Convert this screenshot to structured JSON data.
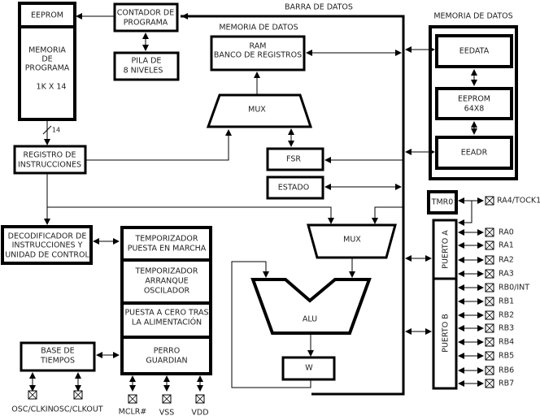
{
  "bus_label": "BARRA DE DATOS",
  "program": {
    "eeprom": "EEPROM",
    "memory": [
      "MEMORIA",
      "DE",
      "PROGRAMA"
    ],
    "size": "1K X 14",
    "bus_width": "14",
    "counter": [
      "CONTADOR DE",
      "PROGRAMA"
    ],
    "stack": [
      "PILA DE",
      "8 NIVELES"
    ],
    "instr_reg": [
      "REGISTRO DE",
      "INSTRUCCIONES"
    ],
    "decoder": [
      "DECODIFICADOR DE",
      "INSTRUCCIONES Y",
      "UNIDAD DE CONTROL"
    ]
  },
  "ram": {
    "title": "MEMORIA DE DATOS",
    "label": [
      "RAM",
      "BANCO DE REGISTROS"
    ]
  },
  "mux_upper": "MUX",
  "mux_lower": "MUX",
  "fsr": "FSR",
  "status": "ESTADO",
  "alu": "ALU",
  "w": "W",
  "timers": {
    "powerup": [
      "TEMPORIZADOR",
      "PUESTA EN MARCHA"
    ],
    "osc_start": [
      "TEMPORIZADOR",
      "ARRANQUE",
      "OSCILADOR"
    ],
    "por": [
      "PUESTA A CERO TRAS",
      "LA ALIMENTACIÓN"
    ],
    "watchdog": [
      "PERRO",
      "GUARDIAN"
    ]
  },
  "timebase": [
    "BASE DE",
    "TIEMPOS"
  ],
  "bottom_pins": [
    "OSC/CLKIN",
    "OSC/CLKOUT",
    "MCLR#",
    "VSS",
    "VDD"
  ],
  "eeprom_data": {
    "title": "MEMORIA DE DATOS",
    "eedata": "EEDATA",
    "eeprom": [
      "EEPROM",
      "64X8"
    ],
    "eeadr": "EEADR"
  },
  "tmr0": "TMR0",
  "tmr0_pin": "RA4/TOCK1",
  "port_a": "PUERTO A",
  "port_b": "PUERTO B",
  "port_pins": [
    "RA0",
    "RA1",
    "RA2",
    "RA3",
    "RB0/INT",
    "RB1",
    "RB2",
    "RB3",
    "RB4",
    "RB5",
    "RB6",
    "RB7"
  ]
}
